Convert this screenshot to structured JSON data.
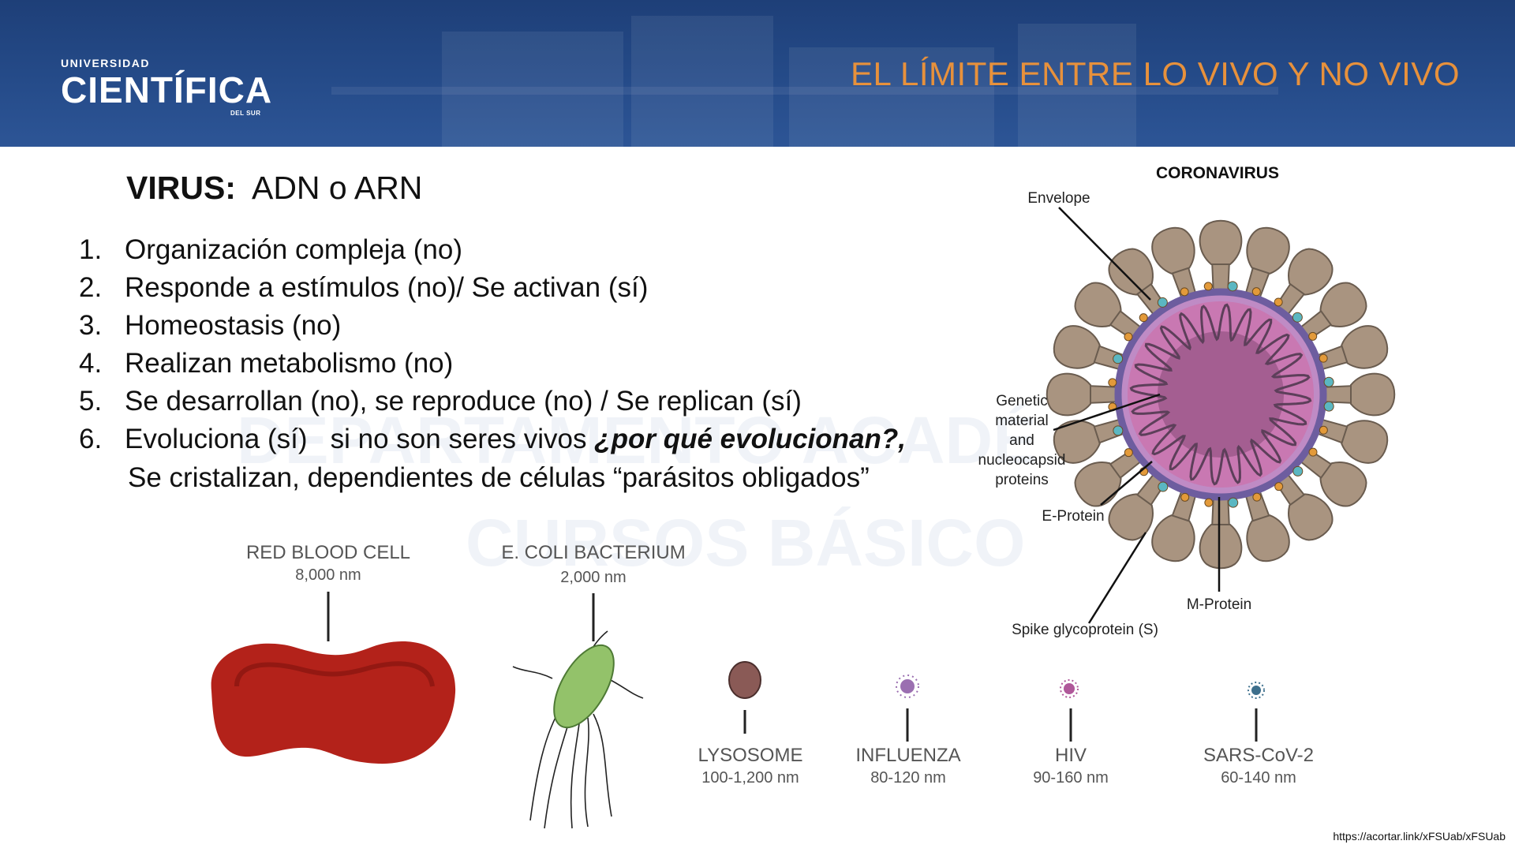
{
  "header": {
    "logo_top": "UNIVERSIDAD",
    "logo_main": "CIENTÍFICA",
    "logo_sub": "DEL SUR",
    "title": "EL LÍMITE ENTRE LO VIVO Y NO VIVO"
  },
  "watermark": {
    "line1": "DEPARTAMENTO ACADÉ",
    "line2": "CURSOS BÁSICO"
  },
  "content": {
    "heading_bold": "VIRUS:",
    "heading_rest": "ADN o ARN",
    "items": [
      {
        "num": "1.",
        "text": "Organización compleja (no)"
      },
      {
        "num": "2.",
        "text": "Responde a estímulos (no)/ Se activan (sí)"
      },
      {
        "num": "3.",
        "text": "Homeostasis (no)"
      },
      {
        "num": "4.",
        "text": "Realizan metabolismo (no)"
      },
      {
        "num": "5.",
        "text": "Se desarrollan (no), se reproduce (no) / Se replican (sí)"
      },
      {
        "num": "6.",
        "text": "Evoluciona (sí)   si no son seres vivos ",
        "emphasis": "¿por qué evolucionan?,"
      }
    ],
    "continuation": "Se cristalizan,  dependientes de células “parásitos obligados”"
  },
  "coronavirus": {
    "title": "CORONAVIRUS",
    "labels": {
      "envelope": "Envelope",
      "genetic_1": "Genetic",
      "genetic_2": "material",
      "genetic_3": "and",
      "genetic_4": "nucleocapsid",
      "genetic_5": "proteins",
      "e_protein": "E-Protein",
      "m_protein": "M-Protein",
      "spike": "Spike glycoprotein (S)"
    }
  },
  "size_comparison": [
    {
      "name": "RED BLOOD CELL",
      "size": "8,000 nm"
    },
    {
      "name": "E. COLI BACTERIUM",
      "size": "2,000 nm"
    },
    {
      "name": "LYSOSOME",
      "size": "100-1,200 nm"
    },
    {
      "name": "INFLUENZA",
      "size": "80-120 nm"
    },
    {
      "name": "HIV",
      "size": "90-160 nm"
    },
    {
      "name": "SARS-CoV-2",
      "size": "60-140 nm"
    }
  ],
  "footer": {
    "url": "https://acortar.link/xFSUab/xFSUab"
  },
  "colors": {
    "header_bg": "#254b89",
    "title_orange": "#e7913c",
    "virus_pink": "#b96aa7",
    "spike_tan": "#a99480",
    "rbc_red": "#b3221a",
    "ecoli_green": "#93c26a"
  }
}
